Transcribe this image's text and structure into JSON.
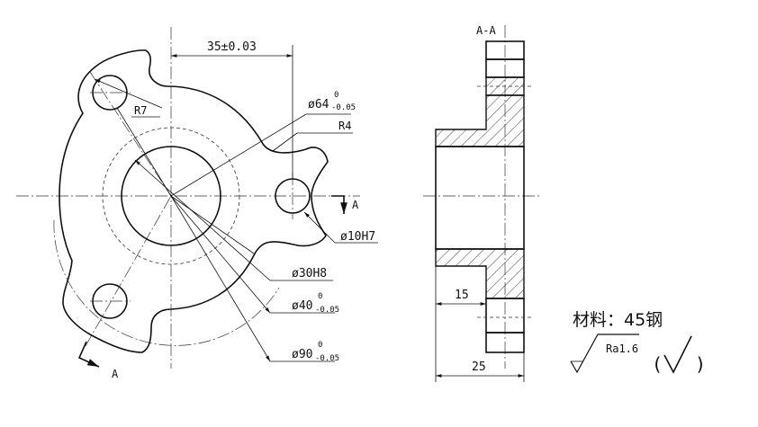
{
  "section_label": "A-A",
  "cut_mark": "A",
  "dimensions": {
    "offset": "35±0.03",
    "radius_r7": "R7",
    "radius_r4": "R4",
    "flange_dia": "ø64",
    "flange_tol_upper": "0",
    "flange_tol_lower": "-0.05",
    "small_hole": "ø10H7",
    "bore": "ø30H8",
    "pcd": "ø40",
    "pcd_tol_upper": "0",
    "pcd_tol_lower": "-0.05",
    "outer_dia": "ø90",
    "outer_tol_upper": "0",
    "outer_tol_lower": "-0.05",
    "hub_length": "15",
    "total_length": "25"
  },
  "notes": {
    "material": "材料：45钢",
    "roughness": "Ra1.6",
    "roughness_paren_open": "(",
    "roughness_paren_close": ")"
  }
}
